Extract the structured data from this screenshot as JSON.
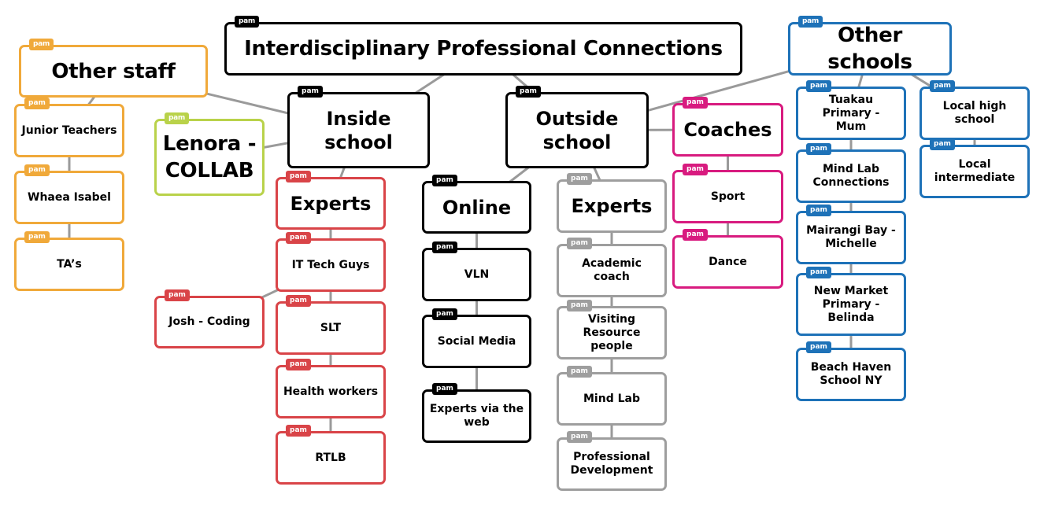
{
  "tag_label": "pam",
  "colors": {
    "black": "#000000",
    "orange": "#f0a93a",
    "lime": "#b9d24a",
    "red": "#d94448",
    "gray": "#9e9e9e",
    "magenta": "#d81b7f",
    "blue": "#1e72b8",
    "connector": "#9a9a9a"
  },
  "nodes": {
    "root": "Interdisciplinary Professional Connections",
    "other_staff": "Other staff",
    "junior_teachers": "Junior Teachers",
    "whaea_isabel": "Whaea Isabel",
    "tas": "TA’s",
    "lenora": "Lenora -\nCOLLAB",
    "inside_school": "Inside\nschool",
    "inside_experts": "Experts",
    "it_tech_guys": "IT Tech Guys",
    "josh_coding": "Josh - Coding",
    "slt": "SLT",
    "health_workers": "Health workers",
    "rtlb": "RTLB",
    "online": "Online",
    "vln": "VLN",
    "social_media": "Social Media",
    "experts_via_web": "Experts via the\nweb",
    "outside_school": "Outside\nschool",
    "outside_experts": "Experts",
    "academic_coach": "Academic coach",
    "visiting_resource": "Visiting Resource\npeople",
    "mind_lab": "Mind Lab",
    "professional_development": "Professional\nDevelopment",
    "coaches": "Coaches",
    "sport": "Sport",
    "dance": "Dance",
    "other_schools": "Other schools",
    "tuakau": "Tuakau Primary -\nMum",
    "mind_lab_connections": "Mind Lab\nConnections",
    "mairangi": "Mairangi Bay -\nMichelle",
    "new_market": "New Market\nPrimary -\nBelinda",
    "beach_haven": "Beach Haven\nSchool NY",
    "local_high": "Local high school",
    "local_intermediate": "Local\nintermediate"
  },
  "edges": [
    [
      "root",
      "inside_school"
    ],
    [
      "root",
      "outside_school"
    ],
    [
      "other_staff",
      "inside_school"
    ],
    [
      "other_staff",
      "junior_teachers"
    ],
    [
      "junior_teachers",
      "whaea_isabel"
    ],
    [
      "whaea_isabel",
      "tas"
    ],
    [
      "lenora",
      "inside_school"
    ],
    [
      "inside_school",
      "inside_experts"
    ],
    [
      "inside_experts",
      "it_tech_guys"
    ],
    [
      "it_tech_guys",
      "josh_coding"
    ],
    [
      "it_tech_guys",
      "slt"
    ],
    [
      "slt",
      "health_workers"
    ],
    [
      "health_workers",
      "rtlb"
    ],
    [
      "outside_school",
      "online"
    ],
    [
      "outside_school",
      "outside_experts"
    ],
    [
      "outside_school",
      "coaches"
    ],
    [
      "outside_school",
      "other_schools"
    ],
    [
      "online",
      "vln"
    ],
    [
      "vln",
      "social_media"
    ],
    [
      "social_media",
      "experts_via_web"
    ],
    [
      "outside_experts",
      "academic_coach"
    ],
    [
      "academic_coach",
      "visiting_resource"
    ],
    [
      "visiting_resource",
      "mind_lab"
    ],
    [
      "mind_lab",
      "professional_development"
    ],
    [
      "coaches",
      "sport"
    ],
    [
      "sport",
      "dance"
    ],
    [
      "other_schools",
      "tuakau"
    ],
    [
      "other_schools",
      "local_high"
    ],
    [
      "tuakau",
      "mind_lab_connections"
    ],
    [
      "mind_lab_connections",
      "mairangi"
    ],
    [
      "mairangi",
      "new_market"
    ],
    [
      "new_market",
      "beach_haven"
    ],
    [
      "local_high",
      "local_intermediate"
    ]
  ]
}
